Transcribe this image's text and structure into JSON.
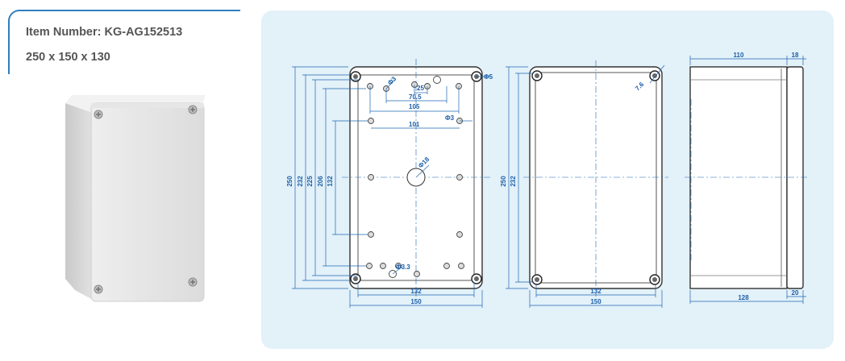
{
  "product": {
    "item_number_label": "Item Number: KG-AG152513",
    "dimensions_label": "250 x 150 x 130"
  },
  "colors": {
    "accent": "#2f7fbf",
    "panel_bg": "#e3f1f9",
    "dim_line": "#1e66b0",
    "dim_text": "#1c5fa8"
  },
  "front_view": {
    "height_250": "250",
    "height_232": "232",
    "height_225": "225",
    "height_206": "206",
    "height_132": "132",
    "hole_phi5": "Φ5",
    "hole_phi3_top": "Φ3",
    "dim_25": "25",
    "dim_70_5": "70.5",
    "dim_105": "105",
    "dim_101": "101",
    "hole_phi3_right": "Φ3",
    "hole_phi18": "Φ18",
    "hole_phi3_3": "Φ3.3",
    "width_132": "132",
    "width_150": "150"
  },
  "back_view": {
    "height_250": "250",
    "height_232": "232",
    "corner_7_6": "7.6",
    "width_132": "132",
    "width_150": "150"
  },
  "side_view": {
    "depth_110": "110",
    "lid_18": "18",
    "base_128": "128",
    "lip_20": "20"
  }
}
